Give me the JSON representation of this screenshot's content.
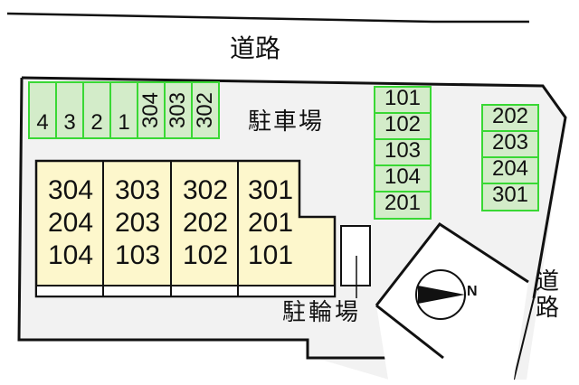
{
  "labels": {
    "road_top": "道路",
    "road_right": "道路",
    "parking": "駐車場",
    "bicycle_parking": "駐輪場",
    "north": "N"
  },
  "colors": {
    "lot_fill": "#f2f2f2",
    "building_fill": "#fdf7cc",
    "slot_fill": "#d3ecc9",
    "slot_border": "#39d834",
    "outline": "#111111"
  },
  "parking_top_left": {
    "slots": [
      "4",
      "3",
      "2",
      "1",
      "304",
      "303",
      "302"
    ]
  },
  "parking_center": {
    "slots": [
      "101",
      "102",
      "103",
      "104",
      "201"
    ]
  },
  "parking_right": {
    "slots": [
      "202",
      "203",
      "204",
      "301"
    ]
  },
  "building": {
    "columns": [
      {
        "units": [
          "304",
          "204",
          "104"
        ]
      },
      {
        "units": [
          "303",
          "203",
          "103"
        ]
      },
      {
        "units": [
          "302",
          "202",
          "102"
        ]
      },
      {
        "units": [
          "301",
          "201",
          "101"
        ]
      }
    ]
  }
}
